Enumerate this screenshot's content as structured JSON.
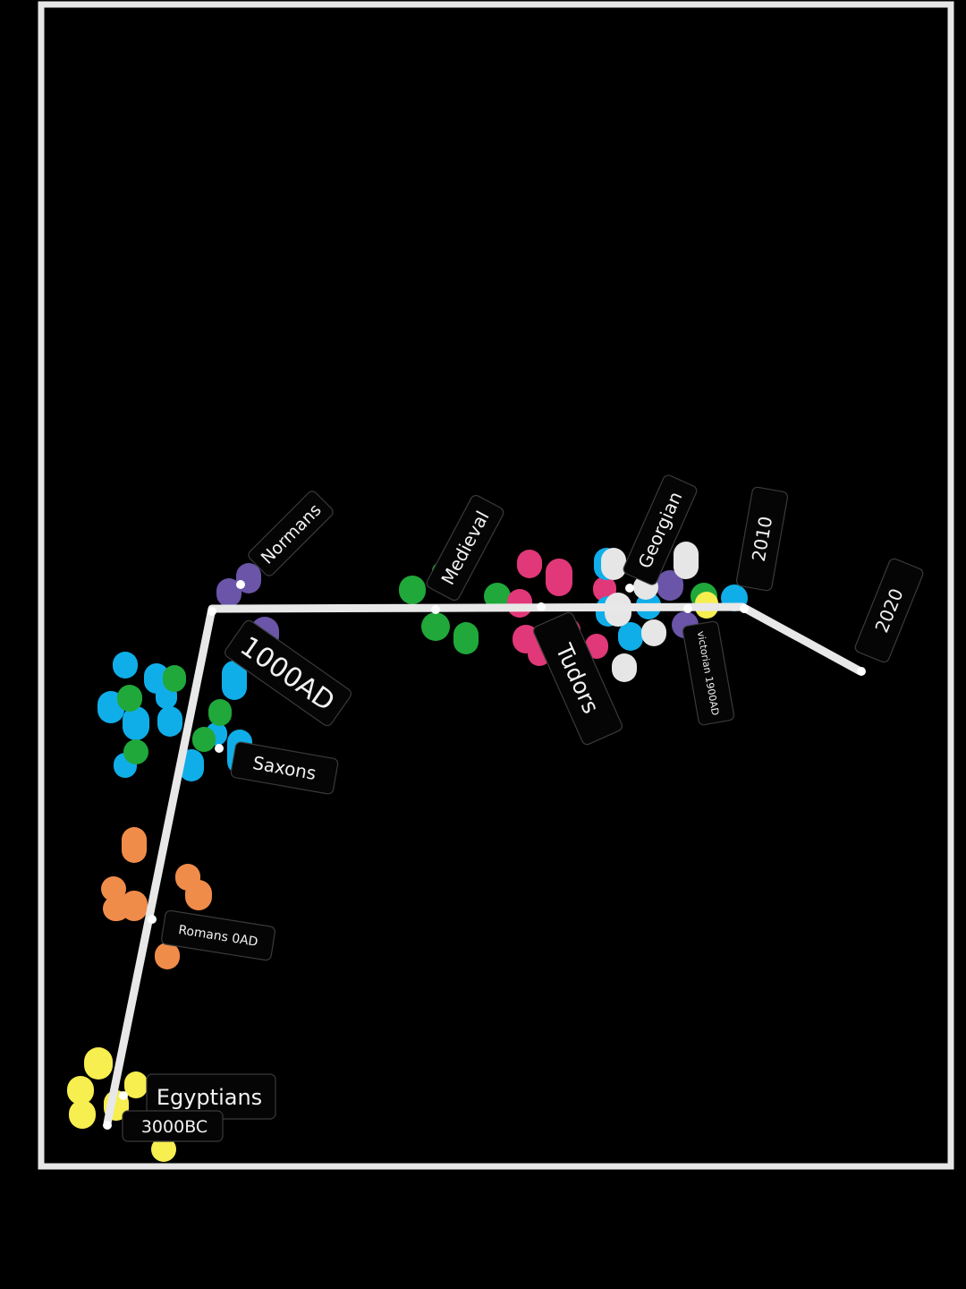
{
  "canvas": {
    "background": "#000000",
    "frame_color": "#e6e6e6",
    "line_color": "#e8e8e8"
  },
  "colors": {
    "yellow": "#f7ee4f",
    "orange": "#f08c4a",
    "blue": "#10aee8",
    "green": "#20a83a",
    "purple": "#6a55a8",
    "pink": "#e03878",
    "white": "#e6e6e6"
  },
  "labels": {
    "normans": "Normans",
    "ad1000": "1000AD",
    "saxons": "Saxons",
    "romans": "Romans 0AD",
    "egyptians": "Egyptians",
    "bc3000": "3000BC",
    "medieval": "Medieval",
    "tudors": "Tudors",
    "georgian": "Georgian",
    "victorian": "victorian 1900AD",
    "y2010": "2010",
    "y2020": "2020"
  }
}
